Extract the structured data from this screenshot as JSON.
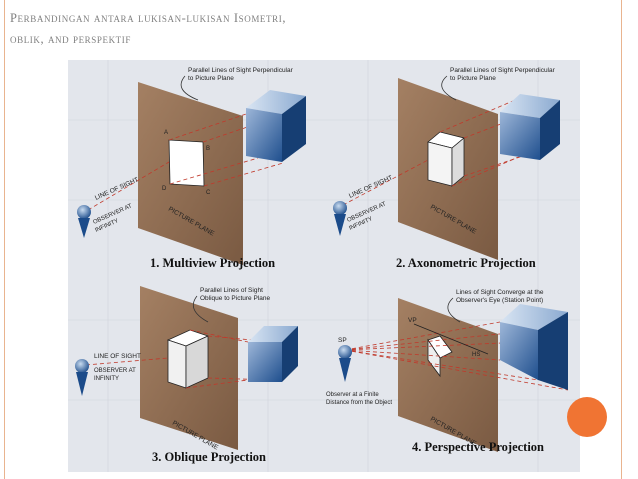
{
  "slide": {
    "title_line1": "Perbandingan antara lukisan-lukisan Isometri,",
    "title_line2": "oblik, and perspektif",
    "accent_color": "#f07433",
    "frame_color": "#e9b48f"
  },
  "figure": {
    "panel1": {
      "caption": "1. Multiview Projection",
      "note_line1": "Parallel Lines of Sight Perpendicular",
      "note_line2": "to Picture Plane",
      "line_of_sight": "LINE OF SIGHT",
      "observer_line1": "OBSERVER AT",
      "observer_line2": "INFINITY",
      "picture_plane": "PICTURE PLANE",
      "labels": [
        "A",
        "B",
        "C",
        "D"
      ]
    },
    "panel2": {
      "caption": "2. Axonometric Projection",
      "note_line1": "Parallel Lines of Sight Perpendicular",
      "note_line2": "to Picture Plane",
      "line_of_sight": "LINE OF SIGHT",
      "observer_line1": "OBSERVER AT",
      "observer_line2": "INFINITY",
      "picture_plane": "PICTURE PLANE"
    },
    "panel3": {
      "caption": "3. Oblique Projection",
      "note_line1": "Parallel Lines of Sight",
      "note_line2": "Oblique to Picture Plane",
      "line_of_sight": "LINE OF SIGHT",
      "observer_line1": "OBSERVER AT",
      "observer_line2": "INFINITY",
      "picture_plane": "PICTURE PLANE"
    },
    "panel4": {
      "caption": "4. Perspective Projection",
      "note_line1": "Lines of Sight Converge at the",
      "note_line2": "Observer's Eye (Station Point)",
      "sp": "SP",
      "vp": "VP",
      "hs": "HS",
      "observer_line1": "Observer at a Finite",
      "observer_line2": "Distance from the Object",
      "picture_plane": "PICTURE PLANE"
    }
  }
}
